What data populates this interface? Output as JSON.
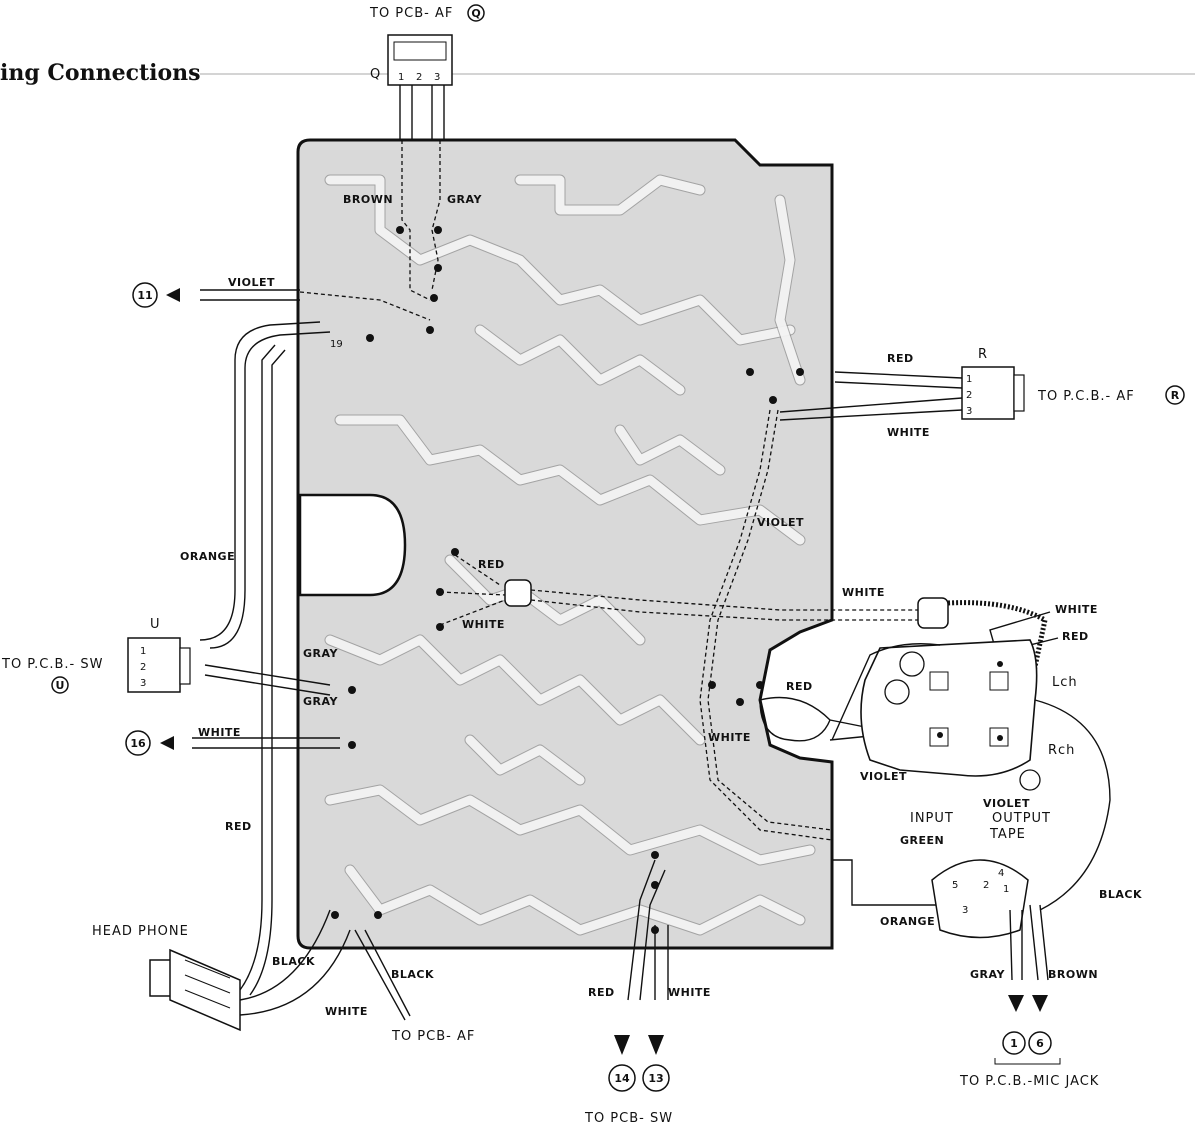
{
  "title": "ing Connections",
  "connectors": {
    "q": {
      "caption": "TO PCB- AF",
      "circled": "Q",
      "letter": "Q",
      "pins": [
        "1",
        "2",
        "3"
      ]
    },
    "r": {
      "caption": "TO P.C.B.- AF",
      "circled": "R",
      "letter": "R",
      "pins": [
        "1",
        "2",
        "3"
      ]
    },
    "u": {
      "caption": "TO P.C.B.- SW",
      "circled": "U",
      "letter": "U",
      "pins": [
        "1",
        "2",
        "3"
      ]
    }
  },
  "wire_labels": {
    "brown_top": "BROWN",
    "gray_top": "GRAY",
    "violet_left": "VIOLET",
    "red_r1": "RED",
    "white_r3": "WHITE",
    "violet_mid": "VIOLET",
    "orange_left": "ORANGE",
    "red_center": "RED",
    "white_center": "WHITE",
    "white_right": "WHITE",
    "white_shield": "WHITE",
    "red_shield": "RED",
    "gray_u1": "GRAY",
    "gray_u2": "GRAY",
    "white_16": "WHITE",
    "red_mid_right": "RED",
    "white_mid_right": "WHITE",
    "red_left": "RED",
    "violet_jack": "VIOLET",
    "violet_jack2": "VIOLET",
    "green_jack": "GREEN",
    "black_right": "BLACK",
    "orange_bottom": "ORANGE",
    "gray_bottom": "GRAY",
    "brown_bottom": "BROWN",
    "black_hp1": "BLACK",
    "black_hp2": "BLACK",
    "white_hp": "WHITE",
    "red_bottom": "RED",
    "white_bottom": "WHITE"
  },
  "callouts": {
    "c11": "11",
    "c16": "16",
    "c14": "14",
    "c13": "13",
    "c1": "1",
    "c6": "6",
    "small19": "19"
  },
  "jack_labels": {
    "lch": "Lch",
    "rch": "Rch",
    "input": "INPUT",
    "output": "OUTPUT",
    "tape": "TAPE",
    "din_pins": [
      "1",
      "2",
      "3",
      "4",
      "5"
    ]
  },
  "bottom_labels": {
    "head_phone": "HEAD PHONE",
    "to_pcb_af": "TO PCB- AF",
    "to_pcb_sw": "TO PCB- SW",
    "to_mic_jack": "TO P.C.B.-MIC JACK"
  }
}
